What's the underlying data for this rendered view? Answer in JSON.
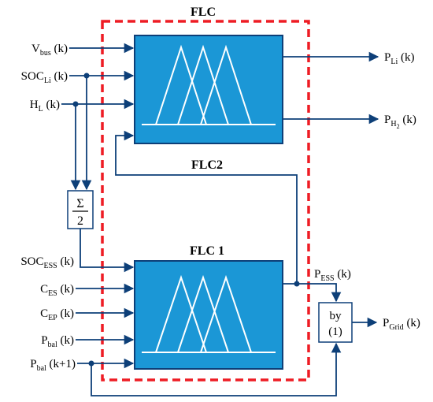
{
  "title": "FLC",
  "blocks": {
    "flc2": {
      "label": "FLC2"
    },
    "flc1": {
      "label": "FLC 1"
    },
    "sum": {
      "symbol": "Σ",
      "divisor": "2"
    },
    "delay": {
      "line1": "by",
      "line2": "(1)"
    }
  },
  "inputs": {
    "vbus": {
      "main": "V",
      "sub": "bus",
      "suffix": " (k)"
    },
    "socli": {
      "main": "SOC",
      "sub": "Li",
      "suffix": " (k)"
    },
    "hl": {
      "main": "H",
      "sub": "L",
      "suffix": " (k)"
    },
    "socess": {
      "main": "SOC",
      "sub": "ESS",
      "suffix": " (k)"
    },
    "ces": {
      "main": "C",
      "sub": "ES",
      "suffix": " (k)"
    },
    "cep": {
      "main": "C",
      "sub": "EP",
      "suffix": " (k)"
    },
    "pbal": {
      "main": "P",
      "sub": "bal",
      "suffix": " (k)"
    },
    "pbal1": {
      "main": "P",
      "sub": "bal",
      "suffix": " (k+1)"
    }
  },
  "outputs": {
    "pli": {
      "main": "P",
      "sub": "Li",
      "suffix": " (k)"
    },
    "ph2": {
      "main": "P",
      "sub": "H",
      "subsub": "2",
      "suffix": " (k)"
    },
    "pess": {
      "main": "P",
      "sub": "ESS",
      "suffix": " (k)"
    },
    "pgrid": {
      "main": "P",
      "sub": "Grid",
      "suffix": " (k)"
    }
  },
  "colors": {
    "block_fill": "#1b97d6",
    "block_stroke": "#0d3f78",
    "line": "#0d3f78",
    "dashed": "#ee1c24",
    "membership": "#ffffff"
  }
}
